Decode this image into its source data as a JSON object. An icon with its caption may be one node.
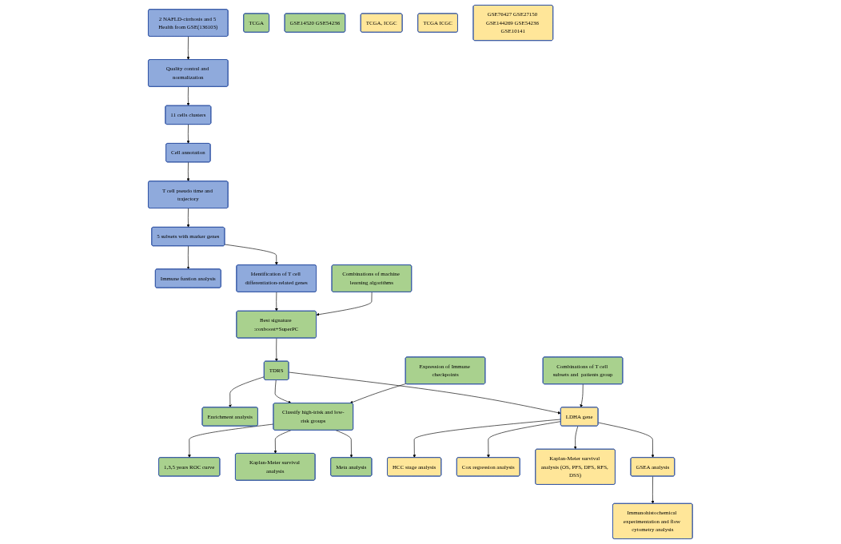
{
  "diagram": {
    "nodes": [
      {
        "text": [
          "2 NAFLD-cirrhosis and 5 Health from GSE(136103)"
        ]
      },
      {
        "text": [
          "Quality contral and normalization"
        ]
      },
      {
        "text": [
          "11 cells clusters"
        ]
      },
      {
        "text": [
          "Immune funtion analysis"
        ]
      },
      {
        "text": [
          "5 subsets with marker genes"
        ]
      },
      {
        "text": [
          "T cell pseudo time and trajectory"
        ]
      },
      {
        "text": [
          "Cell annotation"
        ]
      },
      {
        "text": [
          "Identification of T cell differentiation-related genes"
        ]
      },
      {
        "text": [
          "Combinations of machine learning algorithms"
        ]
      },
      {
        "text": [
          "Best signature :coxboost+SuperPC"
        ]
      },
      {
        "text": [
          "Expression of Immune checkpoints"
        ]
      },
      {
        "text": [
          "TCGA"
        ]
      },
      {
        "text": [
          "1,3,5 years ROC curve"
        ]
      },
      {
        "text": [
          "Enrichment analysis"
        ]
      },
      {
        "text": [
          "TDRS"
        ]
      },
      {
        "text": [
          "Classify high-irisk and low-risk groups"
        ]
      },
      {
        "text": [
          "Kaplan-Meier survival analysis"
        ]
      },
      {
        "text": [
          "GSE14520 GSE54236"
        ]
      },
      {
        "text": [
          "Meta analysis"
        ]
      },
      {
        "text": [
          "Combinations of T cell subsets and  patients group"
        ]
      },
      {
        "text": [
          "TCGA, ICGC"
        ]
      },
      {
        "text": [
          "HCC stage analysis"
        ]
      },
      {
        "text": [
          "LDHA gene"
        ]
      },
      {
        "text": [
          "Cox regression analysis"
        ]
      },
      {
        "text": [
          "TCGA ICGC"
        ]
      },
      {
        "text": [
          "GSE76427 GSE27150 GSE144269 GSE54236 GSE10141"
        ]
      },
      {
        "text": [
          "Kaplan-Meier survival analysis (OS, PFS, DFS, RFS, DSS)"
        ]
      },
      {
        "text": [
          "GSEA analysis"
        ]
      },
      {
        "text": [
          "Immunohistochemical experimentation and flow cytometry analysis"
        ]
      }
    ],
    "edges": [
      {
        "from": 0,
        "to": 1,
        "arrow": "to"
      },
      {
        "from": 1,
        "to": 2,
        "arrow": "to"
      },
      {
        "from": 2,
        "to": 6,
        "arrow": "to"
      },
      {
        "from": 6,
        "to": 5,
        "arrow": "to"
      },
      {
        "from": 5,
        "to": 4,
        "arrow": "to"
      },
      {
        "from": 4,
        "to": 3,
        "arrow": "to"
      },
      {
        "from": 4,
        "to": 7,
        "arrow": "to"
      },
      {
        "from": 7,
        "to": 9,
        "arrow": "to"
      },
      {
        "from": 8,
        "to": 9,
        "arrow": "to"
      },
      {
        "from": 9,
        "to": 14,
        "arrow": "to"
      },
      {
        "from": 14,
        "to": 13,
        "arrow": "to"
      },
      {
        "from": 14,
        "to": 15,
        "arrow": "to"
      },
      {
        "from": 10,
        "to": 15,
        "arrow": "to"
      },
      {
        "from": 15,
        "to": 12,
        "arrow": "to"
      },
      {
        "from": 15,
        "to": 16,
        "arrow": "to"
      },
      {
        "from": 15,
        "to": 18,
        "arrow": "to"
      },
      {
        "from": 14,
        "to": 22,
        "arrow": "to"
      },
      {
        "from": 19,
        "to": 22,
        "arrow": "to"
      },
      {
        "from": 22,
        "to": 21,
        "arrow": "to"
      },
      {
        "from": 22,
        "to": 23,
        "arrow": "to"
      },
      {
        "from": 22,
        "to": 26,
        "arrow": "to"
      },
      {
        "from": 22,
        "to": 27,
        "arrow": "to"
      },
      {
        "from": 27,
        "to": 28,
        "arrow": "to"
      }
    ]
  }
}
